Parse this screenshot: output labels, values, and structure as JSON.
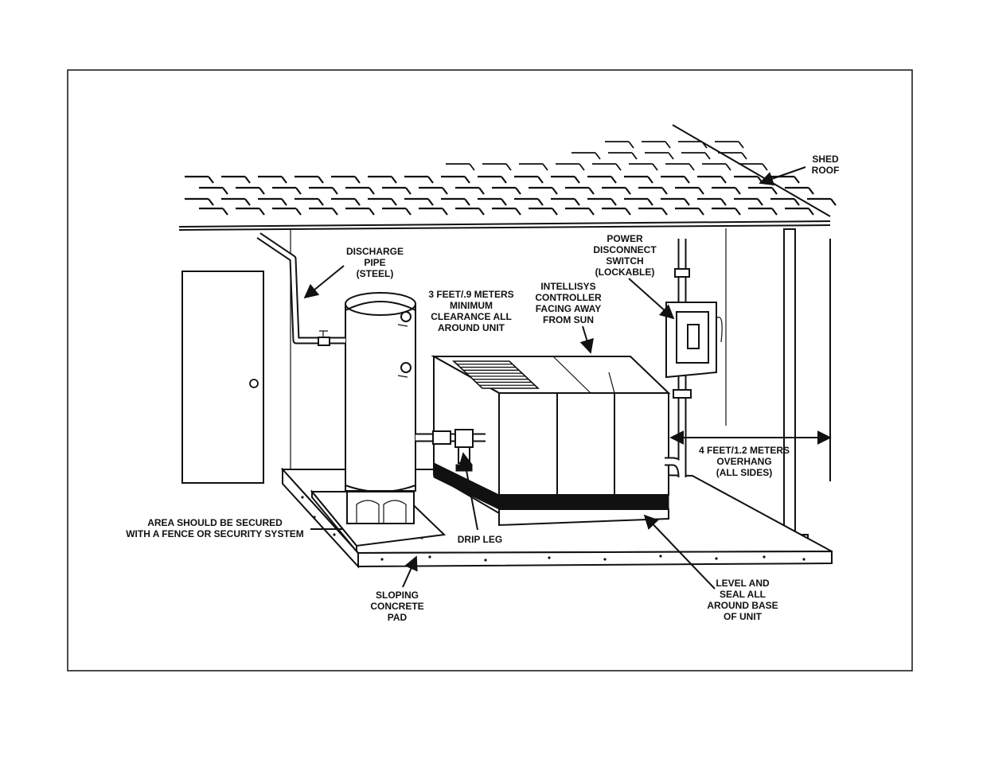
{
  "labels": {
    "shed_roof": [
      "SHED",
      "ROOF"
    ],
    "discharge_pipe": [
      "DISCHARGE",
      "PIPE",
      "(STEEL)"
    ],
    "clearance": [
      "3 FEET/.9 METERS",
      "MINIMUM",
      "CLEARANCE ALL",
      "AROUND UNIT"
    ],
    "controller": [
      "INTELLISYS",
      "CONTROLLER",
      "FACING AWAY",
      "FROM SUN"
    ],
    "power_switch": [
      "POWER",
      "DISCONNECT",
      "SWITCH",
      "(LOCKABLE)"
    ],
    "overhang": [
      "4 FEET/1.2 METERS",
      "OVERHANG",
      "(ALL SIDES)"
    ],
    "area_secured": [
      "AREA SHOULD BE SECURED",
      "WITH A FENCE OR SECURITY SYSTEM"
    ],
    "drip_leg": [
      "DRIP LEG"
    ],
    "sloping_pad": [
      "SLOPING",
      "CONCRETE",
      "PAD"
    ],
    "level_seal": [
      "LEVEL AND",
      "SEAL ALL",
      "AROUND BASE",
      "OF UNIT"
    ]
  }
}
